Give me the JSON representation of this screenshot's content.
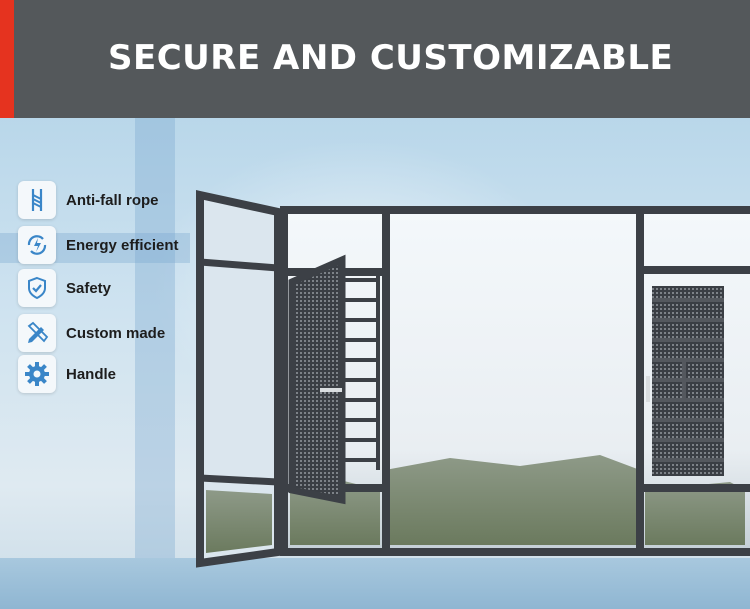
{
  "header": {
    "title": "SECURE AND CUSTOMIZABLE"
  },
  "features": [
    {
      "label": "Anti-fall rope",
      "icon": "rope-icon"
    },
    {
      "label": "Energy efficient",
      "icon": "energy-icon"
    },
    {
      "label": "Safety",
      "icon": "shield-check-icon"
    },
    {
      "label": "Custom made",
      "icon": "pencil-ruler-icon"
    },
    {
      "label": "Handle",
      "icon": "gear-icon"
    }
  ],
  "colors": {
    "header_bg": "#54585b",
    "accent": "#e5331f",
    "icon_blue": "#3a86c8",
    "frame": "#3c4046"
  }
}
